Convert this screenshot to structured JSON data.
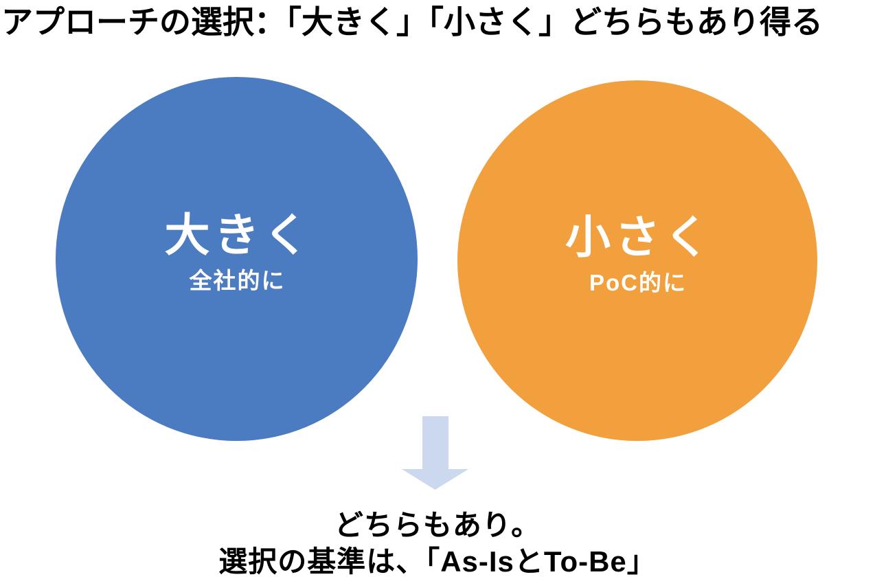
{
  "title": "アプローチの選択：「大きく」「小さく」どちらもあり得る",
  "colors": {
    "background": "#FFFFFF",
    "title_text": "#000000",
    "blue_circle": "#4B7BC1",
    "orange_circle": "#F2A03E",
    "circle_text": "#FFFFFF",
    "arrow": "#CBD8EE",
    "conclusion_text": "#000000"
  },
  "left_circle": {
    "label": "大きく",
    "sublabel": "全社的に"
  },
  "right_circle": {
    "label": "小さく",
    "sublabel": "PoC的に"
  },
  "arrow": {
    "icon": "down-arrow",
    "direction": "down"
  },
  "conclusion": {
    "line1": "どちらもあり。",
    "line2": "選択の基準は、「As-IsとTo-Be」"
  }
}
